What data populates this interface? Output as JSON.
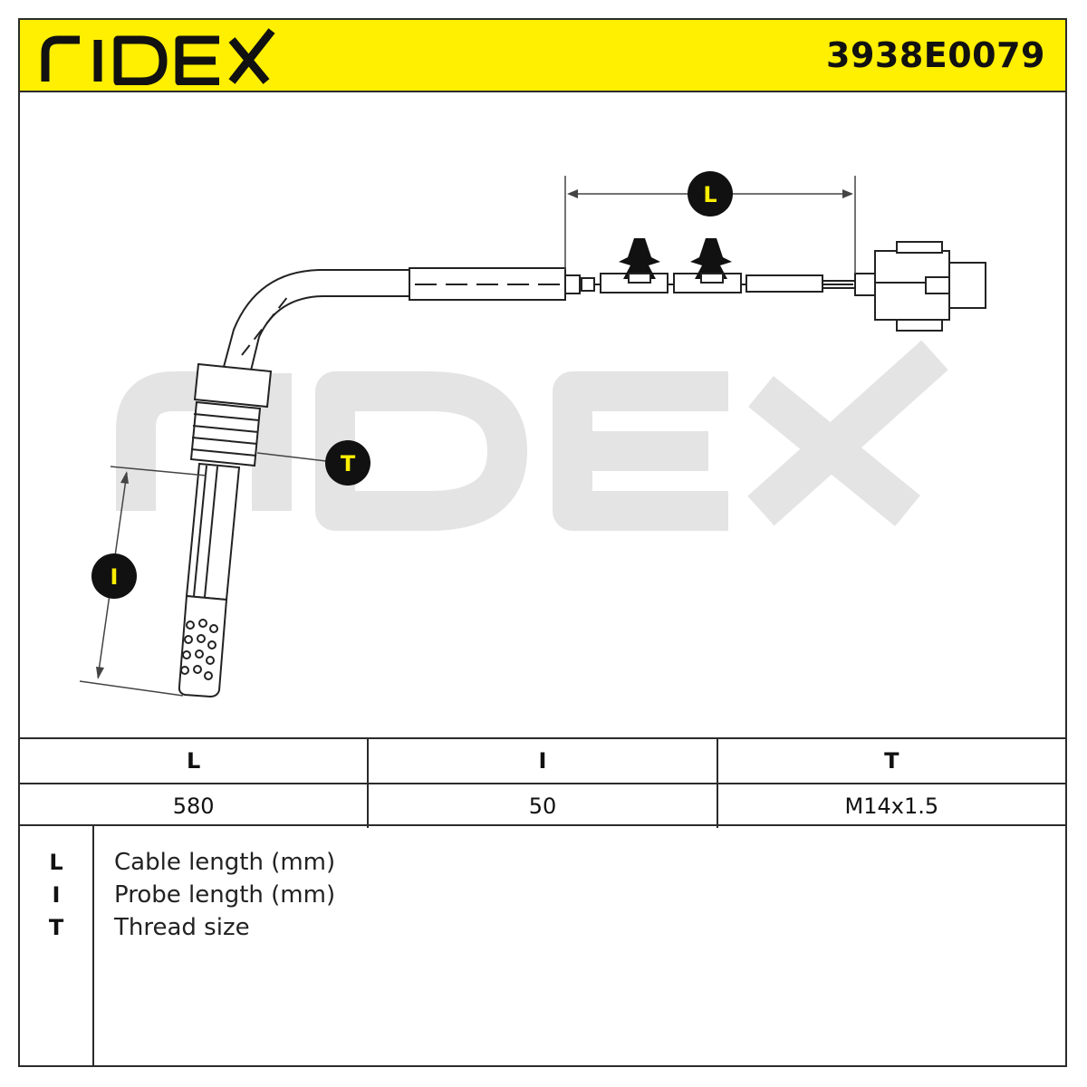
{
  "header": {
    "brand": "RIDEX",
    "part_number": "3938E0079"
  },
  "drawing": {
    "watermark": "RIDEX",
    "callouts": {
      "cable_length": "L",
      "probe_length": "I",
      "thread_size": "T"
    }
  },
  "dimensions": {
    "headers": [
      "L",
      "I",
      "T"
    ],
    "values": [
      "580",
      "50",
      "M14x1.5"
    ]
  },
  "legend": [
    {
      "key": "L",
      "description": "Cable length (mm)"
    },
    {
      "key": "I",
      "description": "Probe length (mm)"
    },
    {
      "key": "T",
      "description": "Thread size"
    }
  ],
  "colors": {
    "header_bg": "#ffef00",
    "callout_bg": "#111111",
    "callout_text": "#ffef00",
    "watermark": "#e4e4e4"
  }
}
